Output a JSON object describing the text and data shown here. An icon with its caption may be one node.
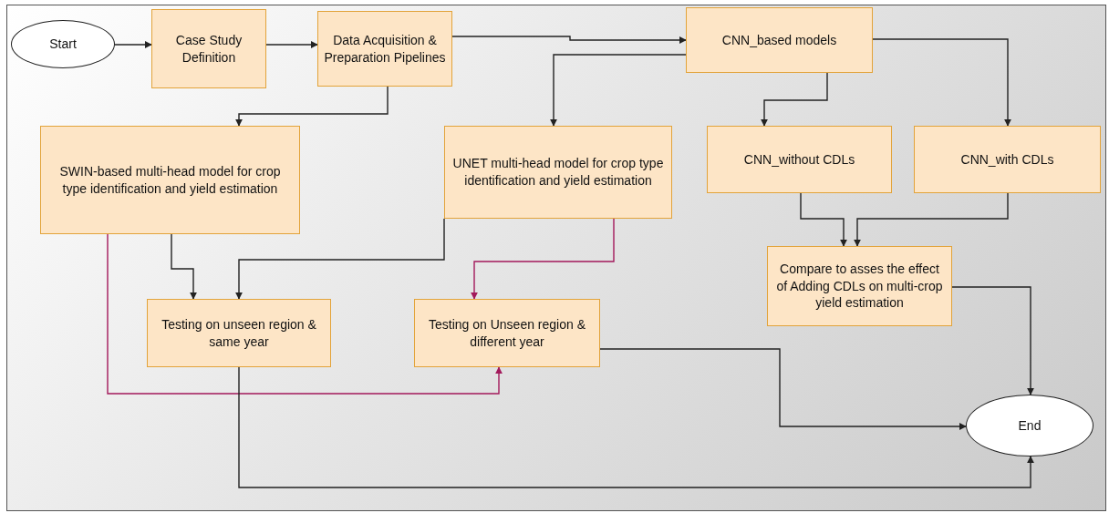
{
  "diagram": {
    "nodes": [
      {
        "text": [
          "Start"
        ]
      },
      {
        "text": [
          "Case Study Definition"
        ]
      },
      {
        "text": [
          "Data Acquisition & Preparation Pipelines"
        ]
      },
      {
        "text": [
          "CNN_based models"
        ]
      },
      {
        "text": [
          "SWIN-based multi-head model for crop type identification and yield estimation"
        ]
      },
      {
        "text": [
          "UNET multi-head model for crop type identification and yield estimation"
        ]
      },
      {
        "text": [
          "CNN_without CDLs"
        ]
      },
      {
        "text": [
          "CNN_with CDLs"
        ]
      },
      {
        "text": [
          "Testing on unseen region & same year"
        ]
      },
      {
        "text": [
          "Testing on Unseen region & different year"
        ]
      },
      {
        "text": [
          "Compare to asses the effect of Adding CDLs on multi-crop yield estimation"
        ]
      },
      {
        "text": [
          "End"
        ]
      }
    ],
    "edges": [
      {
        "from": 0,
        "to": 1,
        "arrow": "to"
      },
      {
        "from": 1,
        "to": 2,
        "arrow": "to"
      },
      {
        "from": 2,
        "to": 3,
        "arrow": "to"
      },
      {
        "from": 2,
        "to": 4,
        "arrow": "to"
      },
      {
        "from": 3,
        "to": 5,
        "arrow": "to"
      },
      {
        "from": 3,
        "to": 6,
        "arrow": "to"
      },
      {
        "from": 3,
        "to": 7,
        "arrow": "to"
      },
      {
        "from": 4,
        "to": 8,
        "arrow": "to"
      },
      {
        "from": 5,
        "to": 8,
        "arrow": "to"
      },
      {
        "from": 4,
        "to": 9,
        "arrow": "to",
        "color": "#a3195b"
      },
      {
        "from": 5,
        "to": 9,
        "arrow": "to",
        "color": "#a3195b"
      },
      {
        "from": 6,
        "to": 10,
        "arrow": "to"
      },
      {
        "from": 7,
        "to": 10,
        "arrow": "to"
      },
      {
        "from": 10,
        "to": 11,
        "arrow": "to"
      },
      {
        "from": 9,
        "to": 11,
        "arrow": "to"
      },
      {
        "from": 8,
        "to": 11,
        "arrow": "to"
      }
    ]
  }
}
